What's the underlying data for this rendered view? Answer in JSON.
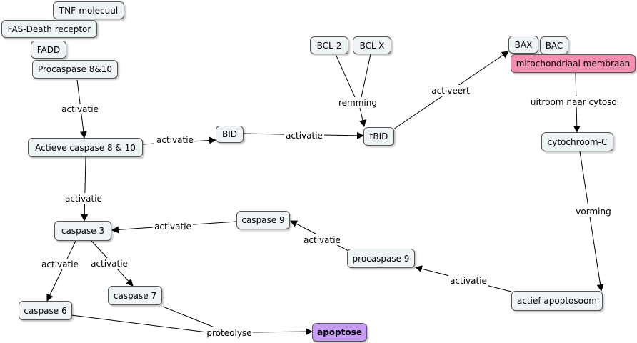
{
  "nodes": {
    "tnf": {
      "label": "TNF-molecuul"
    },
    "fas": {
      "label": "FAS-Death receptor"
    },
    "fadd": {
      "label": "FADD"
    },
    "procaspase810": {
      "label": "Procaspase 8&10"
    },
    "actieve_caspase810": {
      "label": "Actieve caspase 8 & 10"
    },
    "bid": {
      "label": "BID"
    },
    "tbid": {
      "label": "tBID"
    },
    "bcl2": {
      "label": "BCL-2"
    },
    "bclx": {
      "label": "BCL-X"
    },
    "bax": {
      "label": "BAX"
    },
    "bac": {
      "label": "BAC"
    },
    "mito": {
      "label": "mitochondriaal membraan",
      "color": "#f48fb1"
    },
    "cytochroom": {
      "label": "cytochroom-C"
    },
    "apoptosoom": {
      "label": "actief apoptosoom"
    },
    "procaspase9": {
      "label": "procaspase 9"
    },
    "caspase9": {
      "label": "caspase 9"
    },
    "caspase3": {
      "label": "caspase 3"
    },
    "caspase6": {
      "label": "caspase 6"
    },
    "caspase7": {
      "label": "caspase 7"
    },
    "apoptose": {
      "label": "apoptose",
      "color": "#c79cf5"
    }
  },
  "edges": {
    "e1": {
      "label": "activatie"
    },
    "e2": {
      "label": "activatie"
    },
    "e3": {
      "label": "activatie"
    },
    "e4": {
      "label": "remming"
    },
    "e5": {
      "label": "activeert"
    },
    "e6": {
      "label": "uitroom naar cytosol"
    },
    "e7": {
      "label": "vorming"
    },
    "e8": {
      "label": "activatie"
    },
    "e9": {
      "label": "activatie"
    },
    "e10": {
      "label": "activatie"
    },
    "e11": {
      "label": "activatie"
    },
    "e12": {
      "label": "activatie"
    },
    "e13": {
      "label": "proteolyse"
    }
  },
  "colors": {
    "node_fill": "#eef3f5",
    "mito": "#f48fb1",
    "apoptose": "#c79cf5",
    "line": "#000000"
  }
}
